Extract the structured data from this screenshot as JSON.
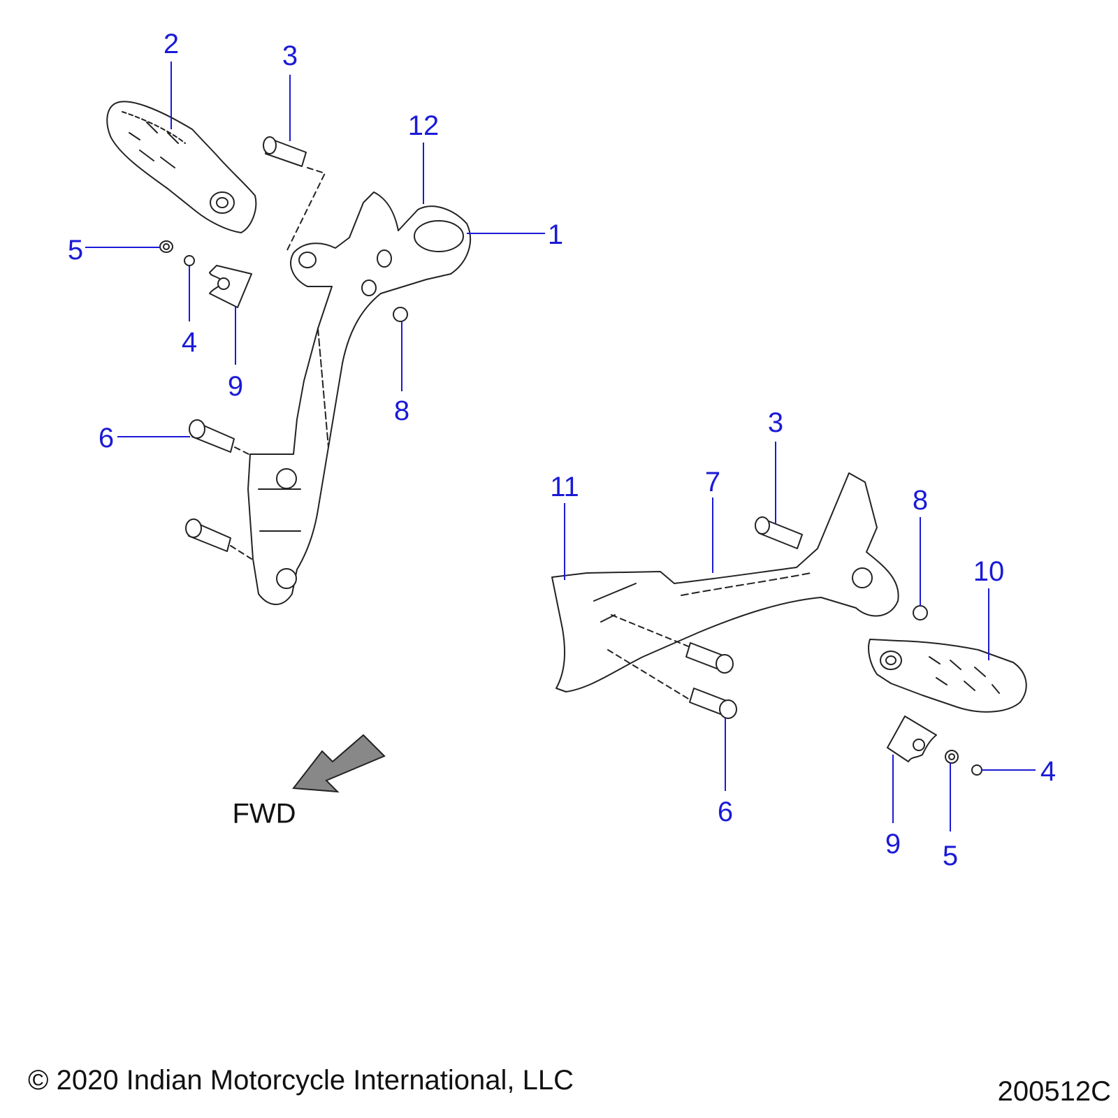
{
  "diagram": {
    "direction_label": "FWD",
    "copyright": "© 2020 Indian Motorcycle International, LLC",
    "document_number": "200512C",
    "colors": {
      "callout": "#1a1ad6",
      "outline": "#222222",
      "part_fill": "#ffffff",
      "arrow_fill": "#888888"
    },
    "callouts": {
      "c1": "1",
      "c2": "2",
      "c3a": "3",
      "c3b": "3",
      "c4a": "4",
      "c4b": "4",
      "c5a": "5",
      "c5b": "5",
      "c6a": "6",
      "c6b": "6",
      "c7": "7",
      "c8a": "8",
      "c8b": "8",
      "c9a": "9",
      "c9b": "9",
      "c10": "10",
      "c11": "11",
      "c12": "12"
    }
  }
}
